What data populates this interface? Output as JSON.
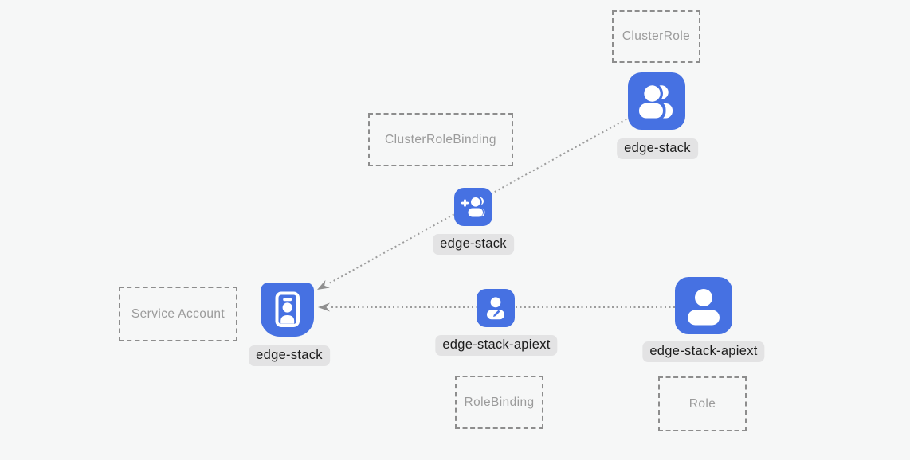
{
  "diagram": {
    "colors": {
      "background": "#f6f7f7",
      "node_blue": "#4671e2",
      "edge_gray": "#9c9c9c",
      "arrow_gray": "#8f8f8f",
      "box_border": "#8d8d8d",
      "box_text": "#9b9b9b",
      "chip_bg": "#e3e3e4",
      "chip_text": "#1c1c1c"
    },
    "boxes": [
      {
        "id": "cluster-role",
        "label": "ClusterRole"
      },
      {
        "id": "cluster-role-binding",
        "label": "ClusterRoleBinding"
      },
      {
        "id": "service-account",
        "label": "Service Account"
      },
      {
        "id": "role-binding",
        "label": "RoleBinding"
      },
      {
        "id": "role",
        "label": "Role"
      }
    ],
    "nodes": [
      {
        "id": "clusterrole-node",
        "label": "edge-stack",
        "icon": "users-icon"
      },
      {
        "id": "clusterrolebinding-node",
        "label": "edge-stack",
        "icon": "user-plus-icon"
      },
      {
        "id": "serviceaccount-node",
        "label": "edge-stack",
        "icon": "id-badge-icon"
      },
      {
        "id": "rolebinding-node",
        "label": "edge-stack-apiext",
        "icon": "user-edit-icon"
      },
      {
        "id": "role-node",
        "label": "edge-stack-apiext",
        "icon": "user-icon"
      }
    ],
    "edges": [
      {
        "from": "clusterrole-node",
        "to": "serviceaccount-node",
        "style": "dotted-arrow"
      },
      {
        "from": "role-node",
        "to": "serviceaccount-node",
        "style": "dotted-arrow"
      }
    ]
  }
}
